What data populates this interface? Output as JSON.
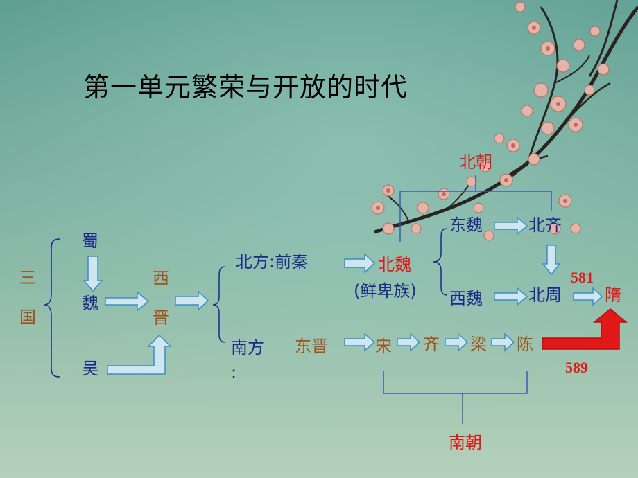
{
  "title": "第一单元繁荣与开放的时代",
  "three_kingdoms": {
    "san": "三",
    "guo": "国"
  },
  "kingdoms": {
    "shu": "蜀",
    "wei": "魏",
    "wu": "吴"
  },
  "xijin": {
    "xi": "西",
    "jin": "晋"
  },
  "north": {
    "label": "北方:前秦",
    "beiwei": "北魏",
    "xianbei": "(鲜卑族)"
  },
  "north_dynasties": {
    "beichao": "北朝",
    "dongwei": "东魏",
    "beiqi": "北齐",
    "xiwei": "西魏",
    "beizhou": "北周"
  },
  "south": {
    "label": "南方",
    "colon": ":",
    "dongjin": "东晋"
  },
  "south_dynasties": {
    "song": "宋",
    "qi": "齐",
    "liang": "梁",
    "chen": "陈",
    "nanchao": "南朝"
  },
  "sui": {
    "name": "隋",
    "year_north": "581",
    "year_south": "589"
  },
  "colors": {
    "arrow_fill": "#cfe6ef",
    "arrow_stroke": "#3a8dc8",
    "blue_text": "#1b2a8a",
    "brown_text": "#a0521c",
    "red_text": "#e01818",
    "bracket_line": "#3f57b8"
  }
}
